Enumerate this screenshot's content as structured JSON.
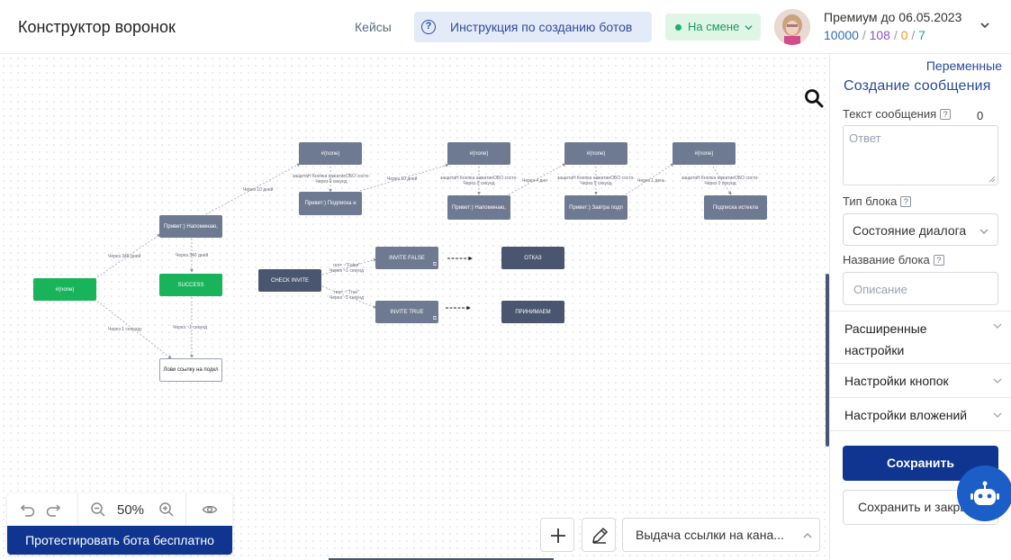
{
  "header": {
    "title": "Конструктор воронок",
    "cases_label": "Кейсы",
    "instruction_label": "Инструкция по созданию ботов",
    "status_label": "На смене",
    "premium_text": "Премиум до 06.05.2023",
    "counters": [
      "10000",
      "108",
      "0",
      "7"
    ],
    "counter_separator": "/"
  },
  "flow": {
    "nodes": [
      {
        "label": "#(none)"
      },
      {
        "label": "Привет:) Напоминаю,"
      },
      {
        "label": "SUCCESS"
      },
      {
        "label": "Лови ссылку на подкл"
      },
      {
        "label": "#(none)"
      },
      {
        "label": "Привет:) Подписка н"
      },
      {
        "label": "#(none)"
      },
      {
        "label": "Привет:) Напоминаю,"
      },
      {
        "label": "#(none)"
      },
      {
        "label": "Привет:) Завтра подп"
      },
      {
        "label": "#(none)"
      },
      {
        "label": "Подписка истекла"
      },
      {
        "label": "CHECK INVITE"
      },
      {
        "label": "INVITE FALSE"
      },
      {
        "label": "INVITE TRUE"
      },
      {
        "label": "ОТКАЗ"
      },
      {
        "label": "ПРИНИМАЕМ"
      }
    ],
    "edge_labels": [
      "Через 340 дней",
      "Через 340 дней",
      "Через 10 дней",
      "Через 10 дней",
      "Через 4 дня",
      "Через 1 день",
      "Через 1 секунду",
      "Через ~1 секунд",
      "защитаН Кнопка нажатиеОБО состо-",
      "Через 0 секунд",
      "res= ~\"False\"",
      "Через ~1 секунд",
      "res= ~\"True\"",
      "Через ~1 секунд"
    ]
  },
  "sidebar": {
    "variables_link": "Переменные",
    "title": "Создание сообщения",
    "message_label": "Текст сообщения",
    "message_counter": "0",
    "message_placeholder": "Ответ",
    "block_type_label": "Тип блока",
    "block_type_value": "Состояние диалога",
    "block_name_label": "Название блока",
    "block_name_placeholder": "Описание",
    "sections": [
      "Расширенные настройки",
      "Настройки кнопок",
      "Настройки вложений"
    ],
    "save_label": "Сохранить",
    "save_close_label": "Сохранить и закрыть",
    "help_glyph": "?"
  },
  "toolbar": {
    "zoom": "50%",
    "test_label": "Протестировать бота бесплатно"
  },
  "bottom": {
    "block_select_value": "Выдача ссылки на кана..."
  },
  "colors": {
    "brand": "#0f3591",
    "node": "#6e7a92",
    "node_dark": "#4a5670",
    "node_green": "#19b35a",
    "status_green": "#1ab16b"
  }
}
